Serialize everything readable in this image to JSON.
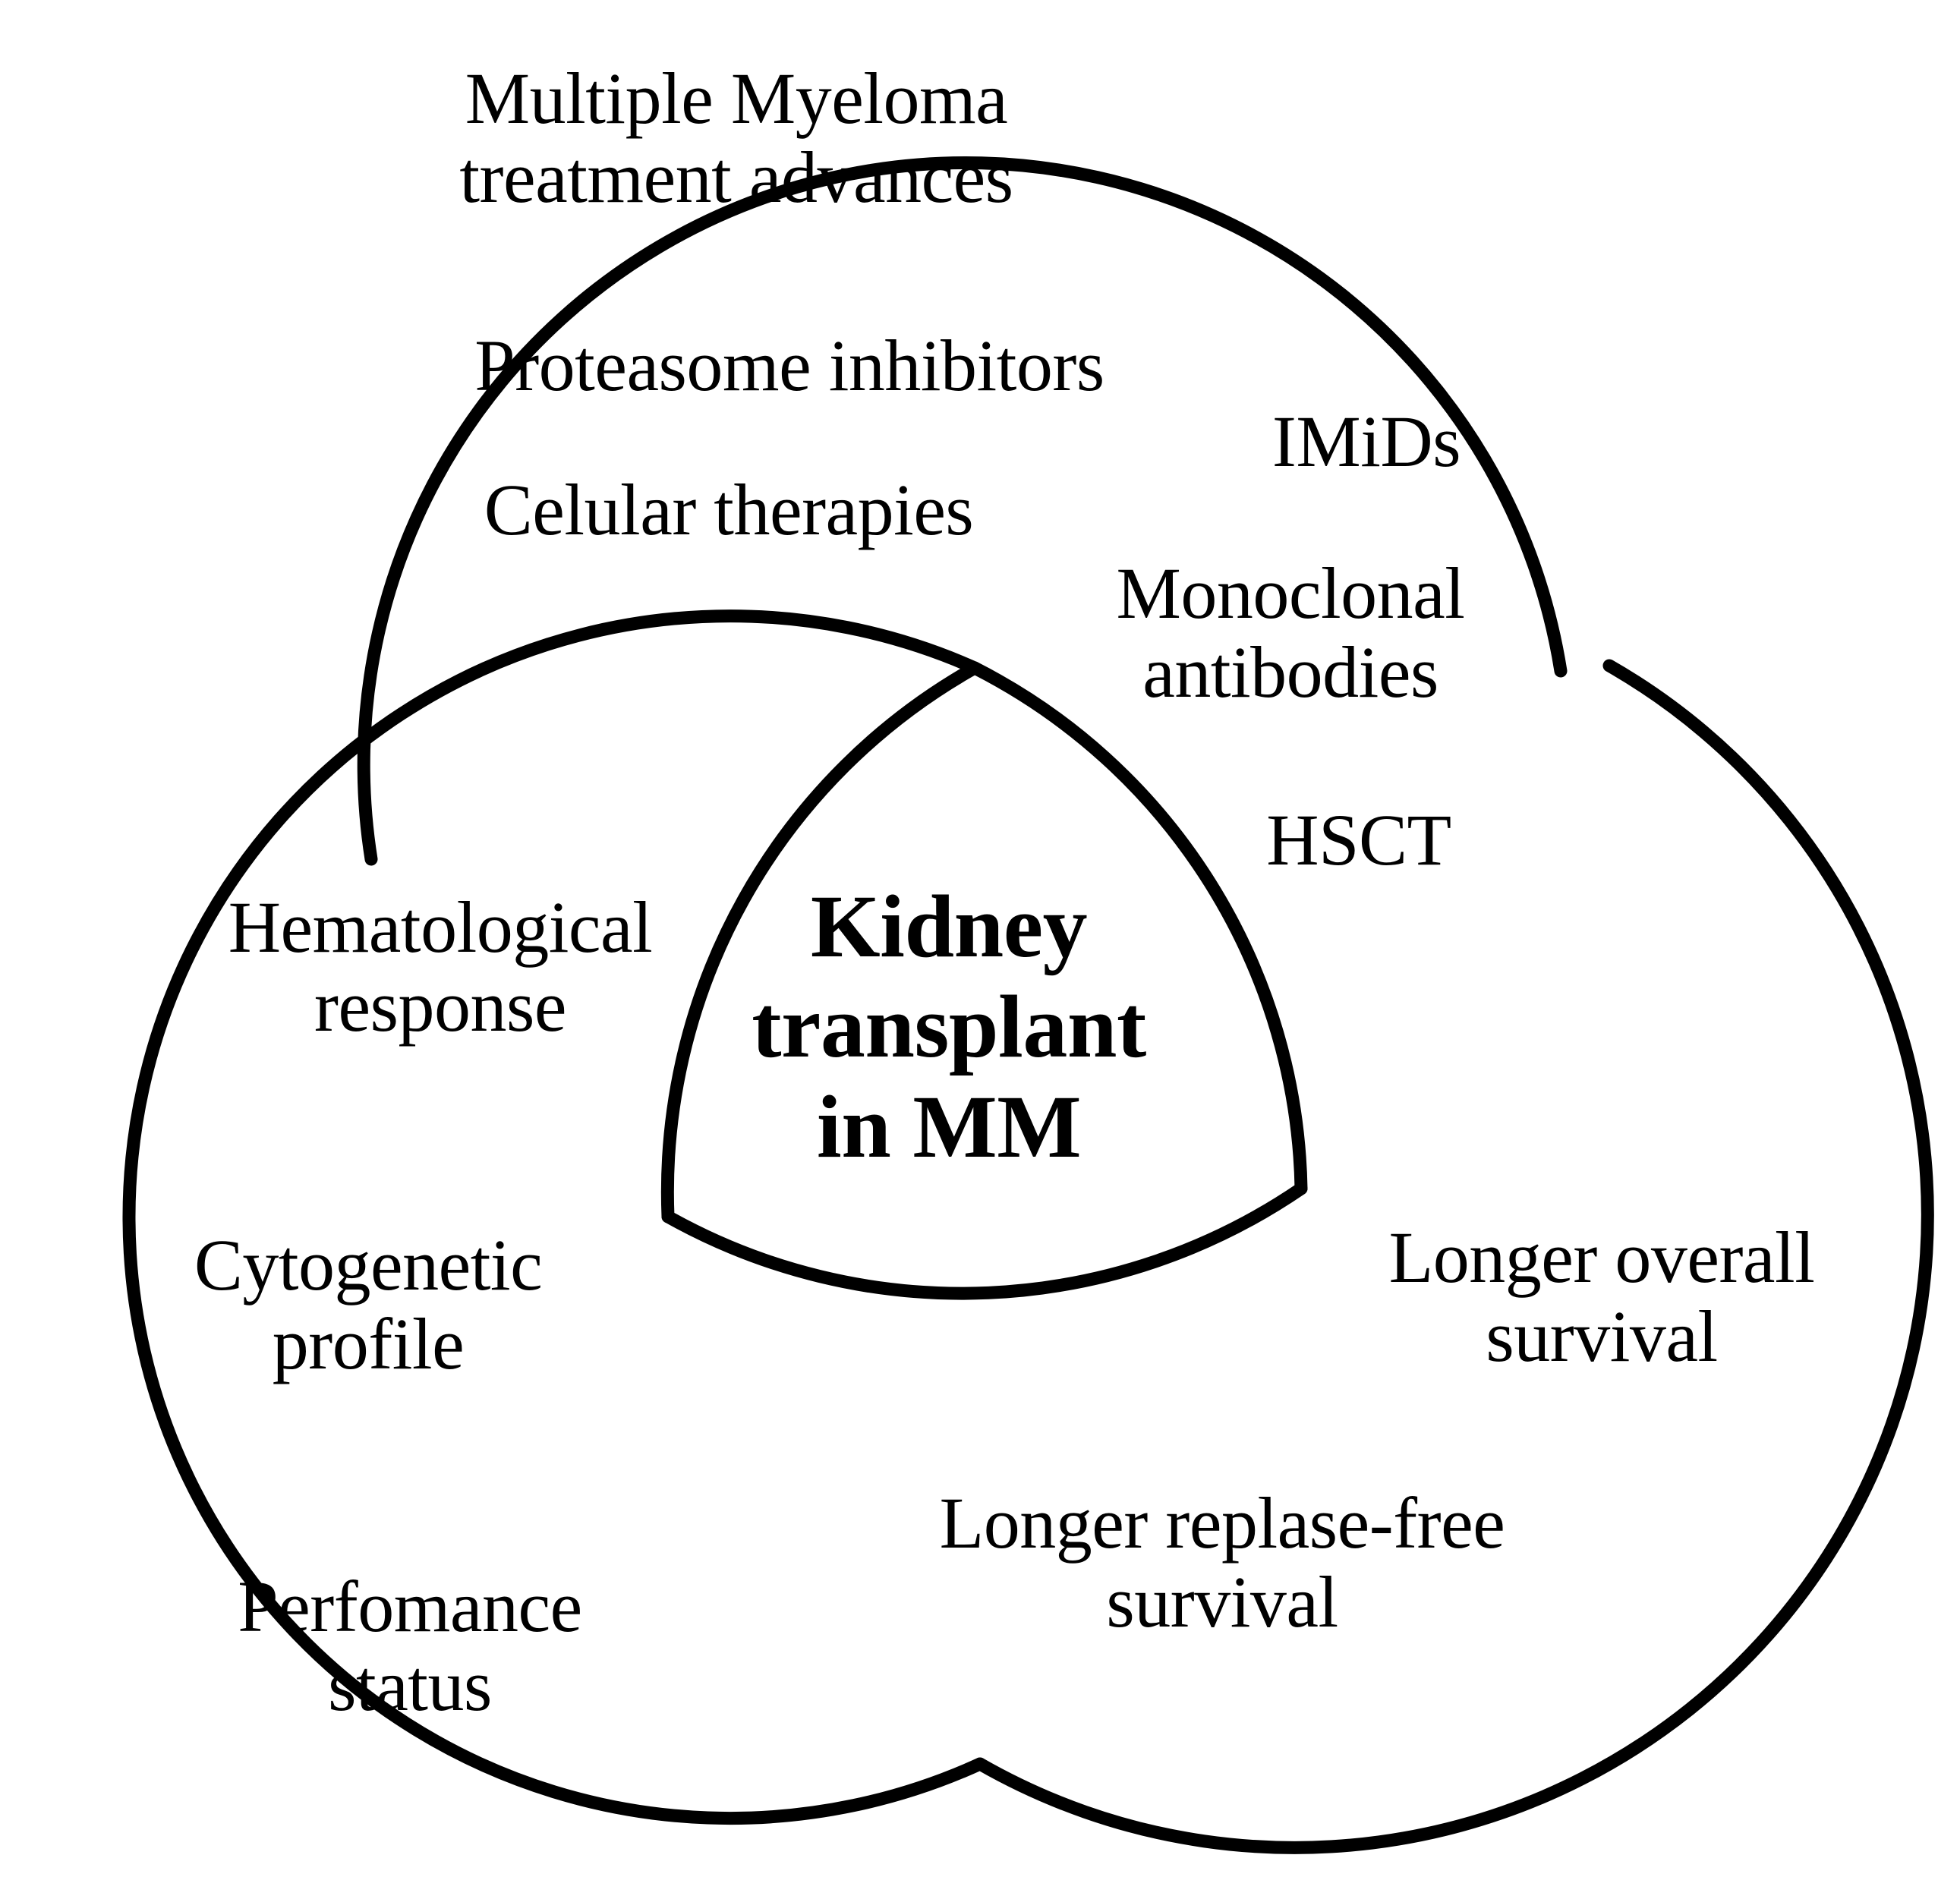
{
  "figure": {
    "type": "three-circle interlocking venn diagram",
    "background_color": "#ffffff",
    "stroke_color": "#000000"
  },
  "center": {
    "label": "Kidney\ntransplant\nin MM"
  },
  "circles": [
    {
      "id": "top",
      "name": "multiple-myeloma-treatment-advances",
      "heading": "Multiple Myeloma\ntreatment advances",
      "items": [
        "Proteasome inhibitors",
        "Celular therapies",
        "IMiDs",
        "Monoclonal\nantibodies",
        "HSCT"
      ]
    },
    {
      "id": "left",
      "name": "patient-disease-factors",
      "items": [
        "Hematological\nresponse",
        "Cytogenetic\nprofile",
        "Perfomance\nstatus"
      ]
    },
    {
      "id": "right",
      "name": "outcomes",
      "items": [
        "Longer overall\nsurvival",
        "Longer replase-free\nsurvival"
      ]
    }
  ],
  "labels": {
    "mm_advances": "Multiple Myeloma\ntreatment advances",
    "proteasome": "Proteasome inhibitors",
    "cellular": "Celular therapies",
    "imids": "IMiDs",
    "monoclonal": "Monoclonal\nantibodies",
    "hsct": "HSCT",
    "hematological": "Hematological\nresponse",
    "cytogenetic": "Cytogenetic\nprofile",
    "perfomance": "Perfomance\nstatus",
    "overall_survival": "Longer overall\nsurvival",
    "relapse_free": "Longer replase-free\nsurvival",
    "center": "Kidney\ntransplant\nin MM"
  }
}
